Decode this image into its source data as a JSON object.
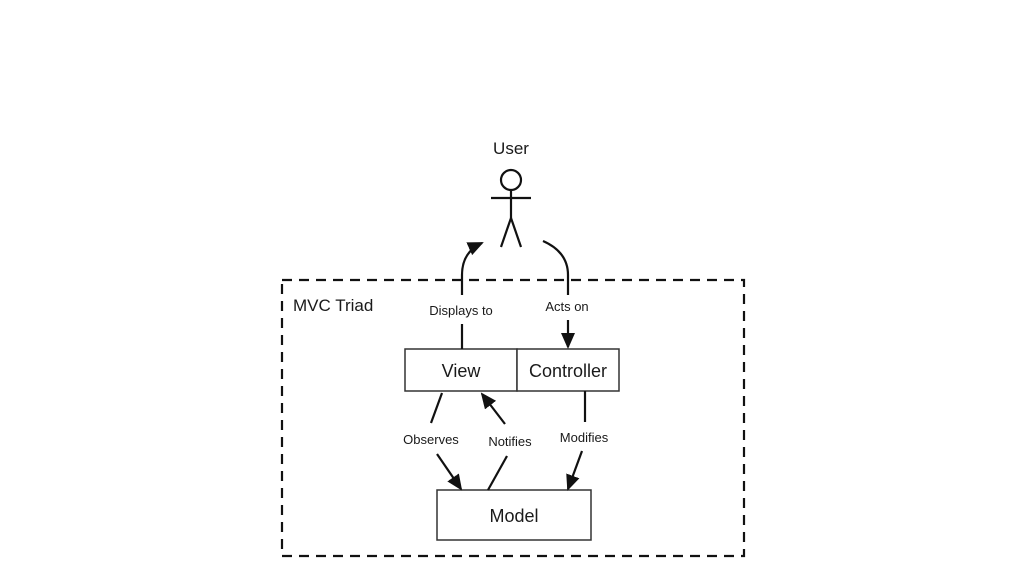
{
  "diagram": {
    "actor": {
      "label": "User"
    },
    "container": {
      "label": "MVC Triad"
    },
    "components": {
      "view": "View",
      "controller": "Controller",
      "model": "Model"
    },
    "edges": {
      "displays_to": "Displays to",
      "acts_on": "Acts on",
      "observes": "Observes",
      "notifies": "Notifies",
      "modifies": "Modifies"
    }
  }
}
